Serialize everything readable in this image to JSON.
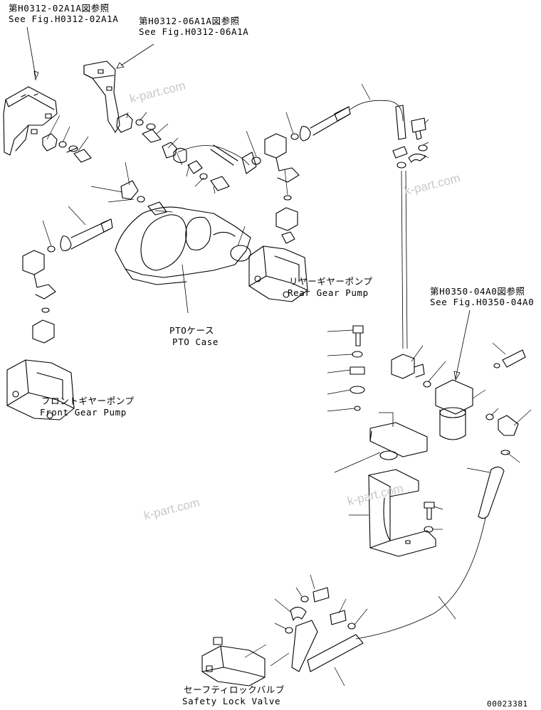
{
  "references": {
    "ref_02a1a_jp": "第H0312-02A1A図参照",
    "ref_02a1a_en": "See Fig.H0312-02A1A",
    "ref_06a1a_jp": "第H0312-06A1A図参照",
    "ref_06a1a_en": "See Fig.H0312-06A1A",
    "ref_0350_jp": "第H0350-04A0図参照",
    "ref_0350_en": "See Fig.H0350-04A0"
  },
  "parts": {
    "rear_pump_jp": "リヤーギヤーポンプ",
    "rear_pump_en": "Rear Gear Pump",
    "pto_case_jp": "PTOケース",
    "pto_case_en": "PTO Case",
    "front_pump_jp": "フロントギヤーポンプ",
    "front_pump_en": "Front Gear Pump",
    "safety_valve_jp": "セーフティロックバルブ",
    "safety_valve_en": "Safety Lock Valve"
  },
  "watermark": "k-part.com",
  "drawing_number": "00023381"
}
